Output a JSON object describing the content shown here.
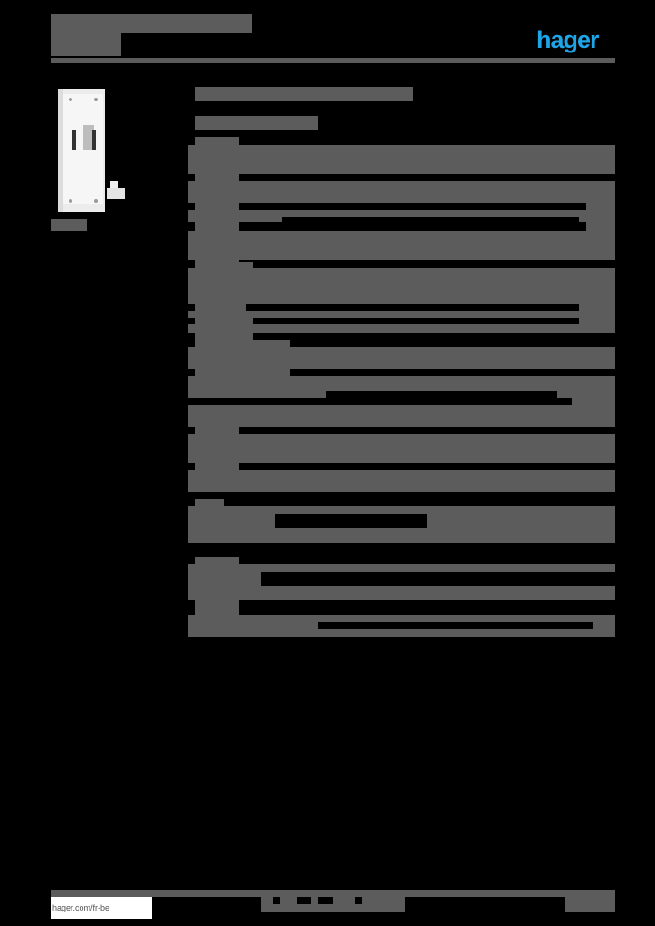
{
  "header": {
    "brand_logo": "hager",
    "brand_color": "#1ea5e8",
    "redacted_title": "",
    "redacted_subtitle": ""
  },
  "product": {
    "image": "wall-mount-bracket-photo",
    "caption": ""
  },
  "main": {
    "heading": "",
    "subheading": "",
    "sections": [
      {
        "label": "",
        "rows": [
          "",
          "",
          "",
          ""
        ]
      },
      {
        "label": "",
        "rows": [
          "",
          "",
          "",
          "",
          ""
        ]
      },
      {
        "label": "",
        "rows": [
          "",
          "",
          ""
        ]
      },
      {
        "label": "",
        "rows": [
          "",
          "",
          ""
        ]
      },
      {
        "label": "",
        "rows": [
          "",
          ""
        ]
      },
      {
        "label": "",
        "rows": [
          "",
          "",
          "",
          ""
        ]
      }
    ]
  },
  "footer": {
    "url": "hager.com/fr-be",
    "page_info": ""
  },
  "colors": {
    "redaction": "#5b5c5b",
    "background": "#000000"
  }
}
